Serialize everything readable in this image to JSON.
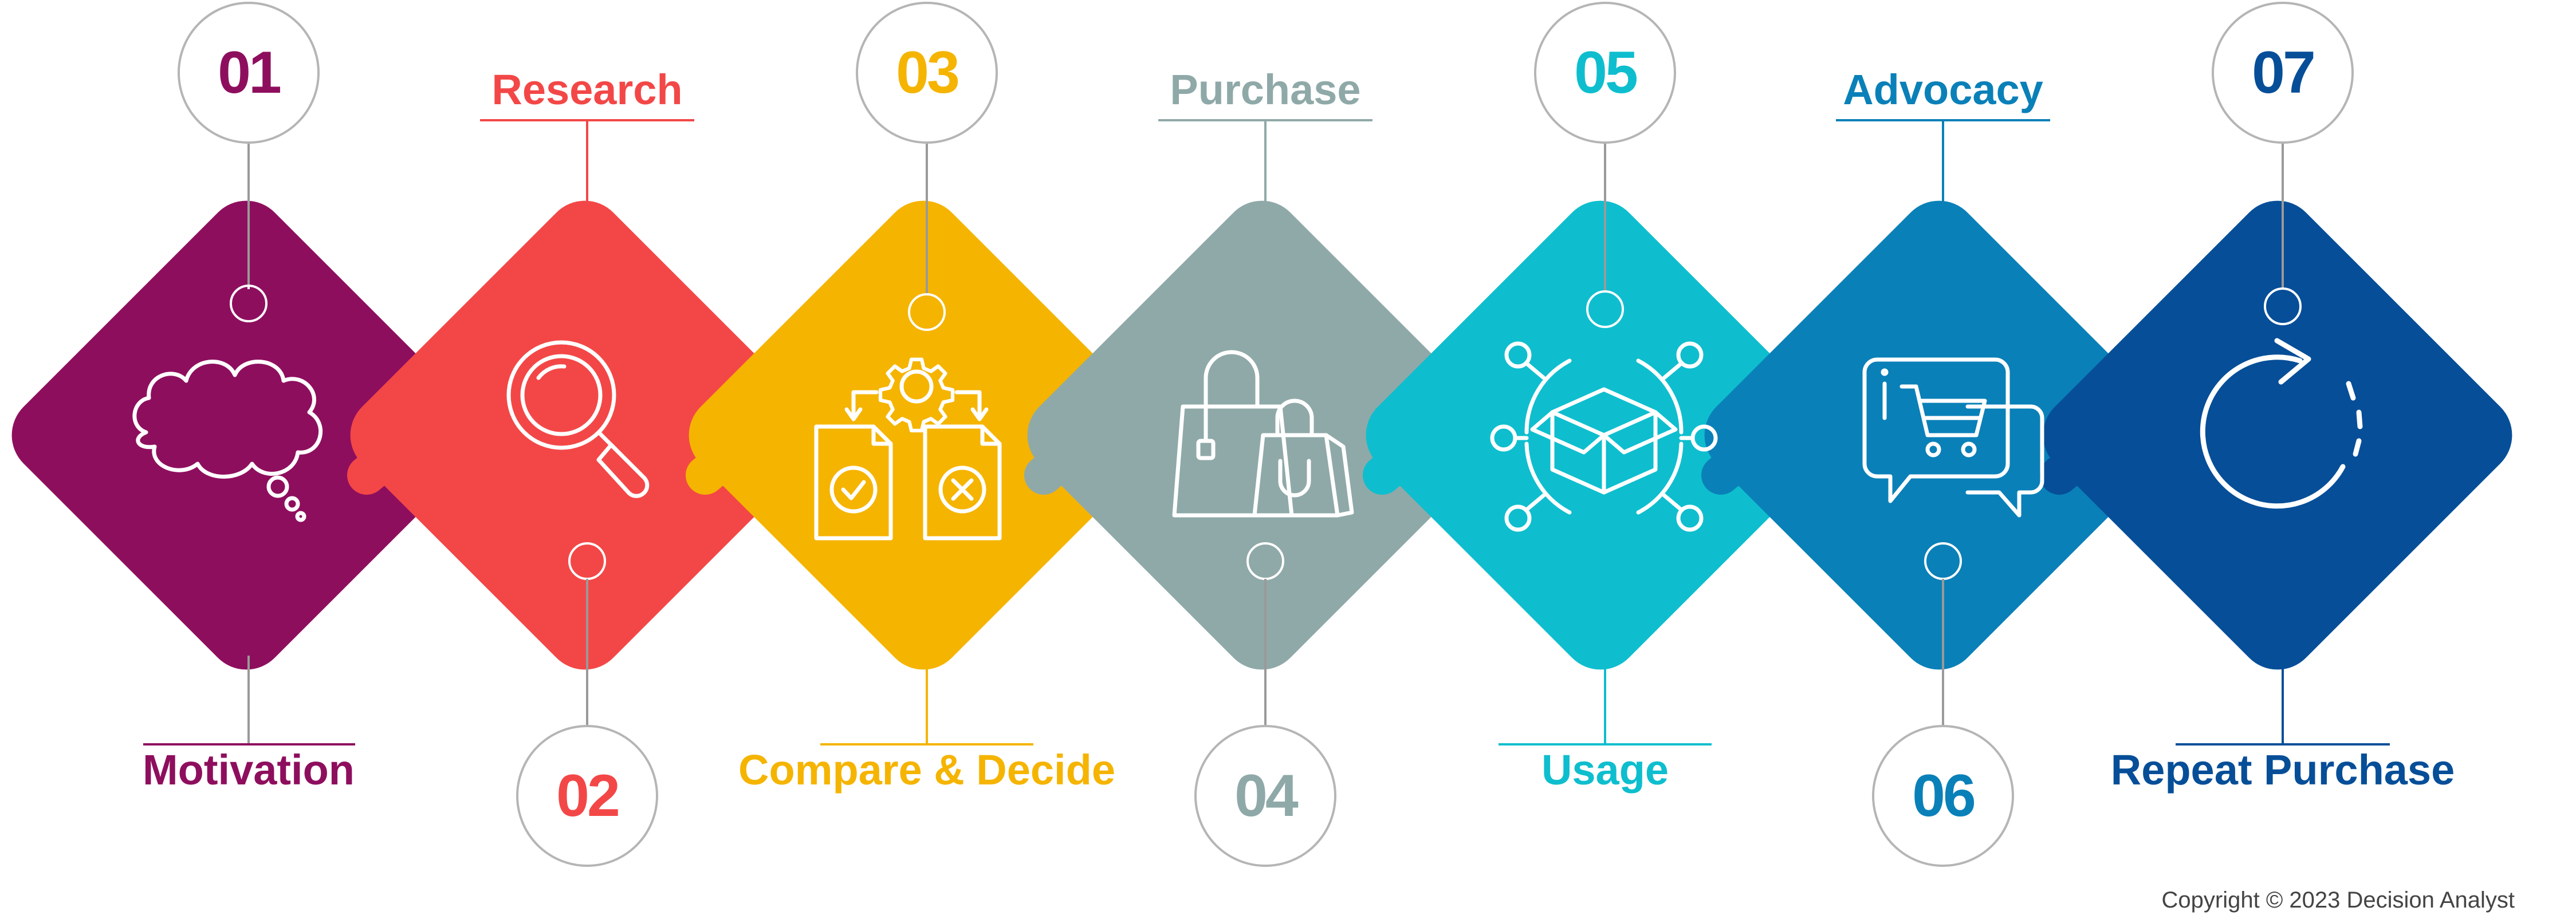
{
  "steps": [
    {
      "number": "01",
      "label": "Motivation",
      "color": "#8E0E5E",
      "icon": "thought-cloud-icon"
    },
    {
      "number": "02",
      "label": "Research",
      "color": "#F34747",
      "icon": "magnifier-icon"
    },
    {
      "number": "03",
      "label": "Compare & Decide",
      "color": "#F5B400",
      "icon": "compare-documents-icon"
    },
    {
      "number": "04",
      "label": "Purchase",
      "color": "#8FA9A8",
      "icon": "shopping-bags-icon"
    },
    {
      "number": "05",
      "label": "Usage",
      "color": "#0EBECE",
      "icon": "product-box-network-icon"
    },
    {
      "number": "06",
      "label": "Advocacy",
      "color": "#0A80B8",
      "icon": "chat-cart-icon"
    },
    {
      "number": "07",
      "label": "Repeat Purchase",
      "color": "#064E98",
      "icon": "refresh-arrow-icon"
    }
  ],
  "colors": {
    "connector": "#9A9A9A",
    "circle_stroke": "#B5B5B5"
  },
  "footer": {
    "copyright": "Copyright © 2023 Decision Analyst"
  }
}
